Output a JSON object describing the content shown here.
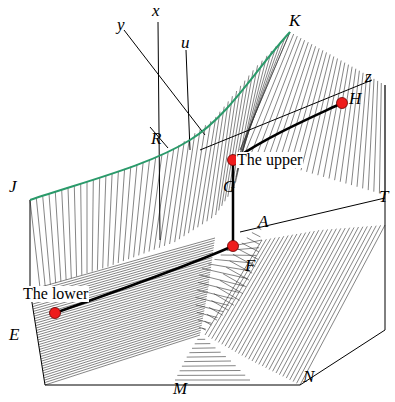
{
  "diagram": {
    "labels": [
      "y",
      "x",
      "u",
      "K",
      "H",
      "z",
      "R",
      "The upper",
      "G",
      "J",
      "T",
      "A",
      "F",
      "The lower",
      "E",
      "M",
      "N"
    ]
  }
}
